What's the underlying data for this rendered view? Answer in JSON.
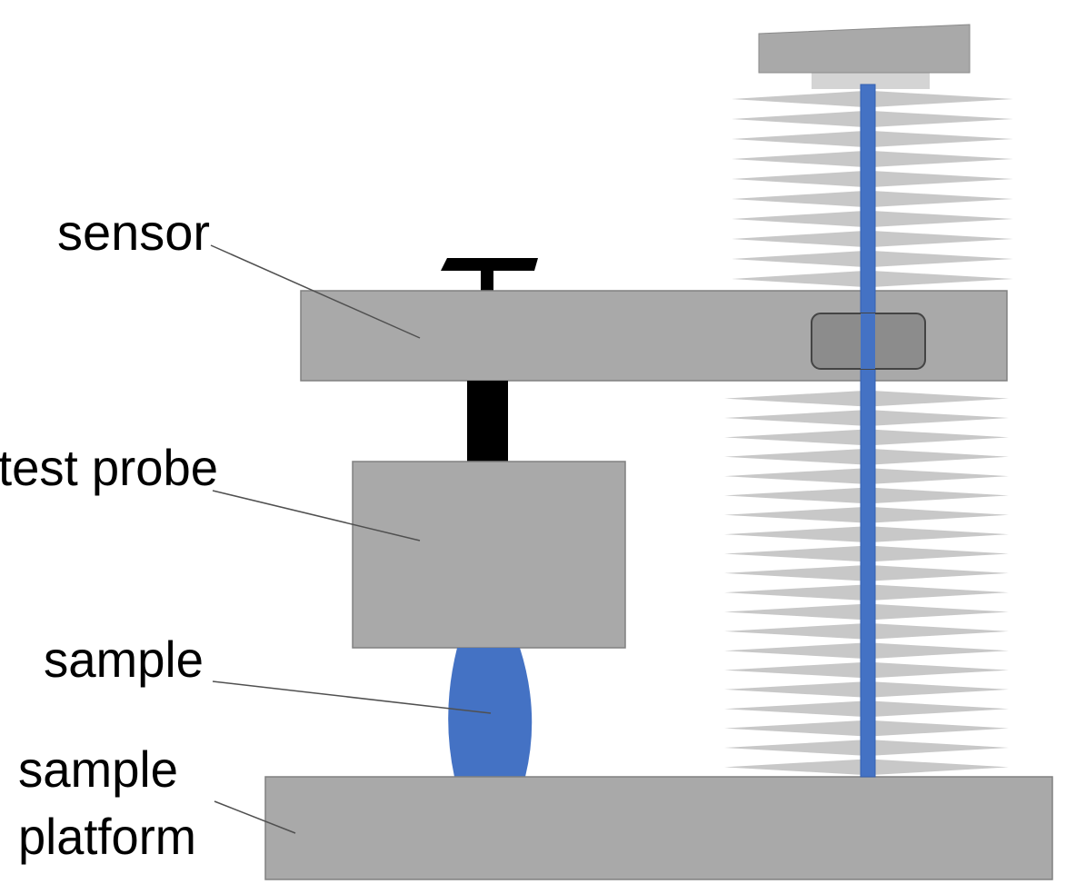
{
  "labels": {
    "sensor": "sensor",
    "test_probe": "test probe",
    "sample": "sample",
    "platform_line1": "sample",
    "platform_line2": "platform"
  },
  "colors": {
    "gray_part": "#a9a9a9",
    "gray_outline": "#707070",
    "spring": "#c8c8c8",
    "rod": "#4472c4",
    "sample": "#4472c4",
    "black_part": "#000000",
    "clamp": "#8c8c8c"
  }
}
